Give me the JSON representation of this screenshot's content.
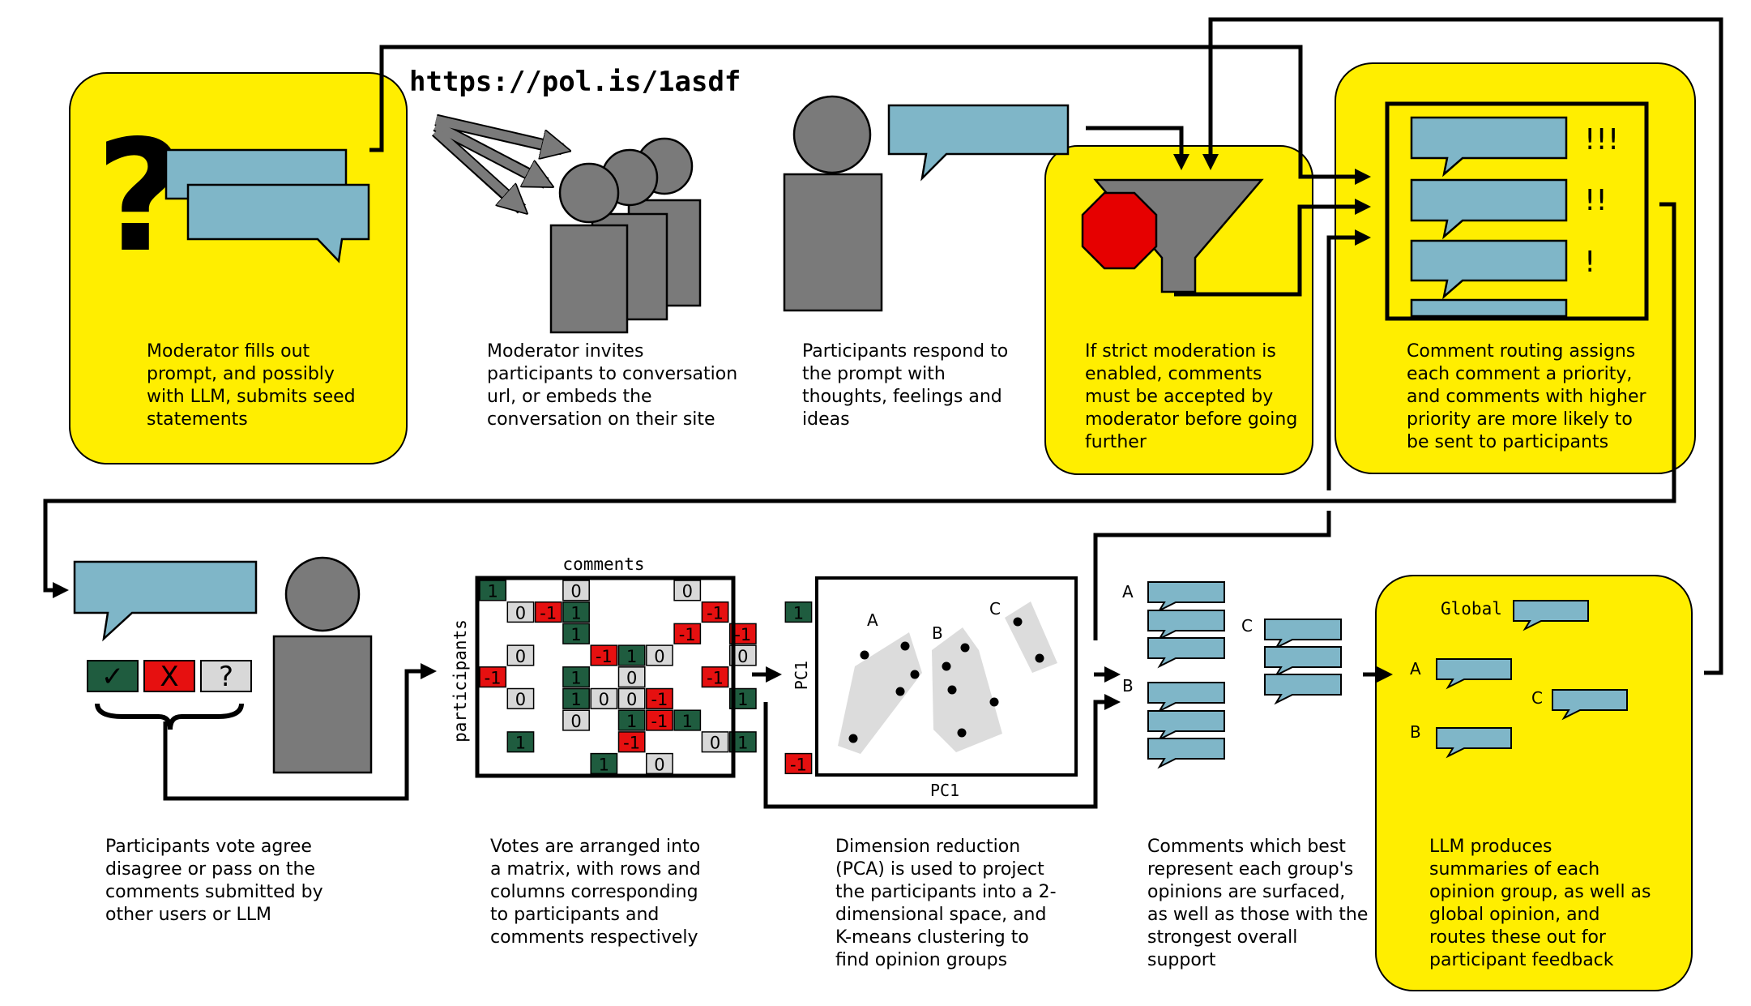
{
  "url": "https://pol.is/1asdf",
  "colors": {
    "panel": "#ffee00",
    "bubble": "#7fb6c8",
    "person": "#7a7a7a",
    "agree": "#1f5c3f",
    "disagree": "#e61010",
    "pass": "#d8d8d8",
    "stop": "#e60000",
    "cluster": "#dcdcdc"
  },
  "icons": {
    "question": "question-mark-icon",
    "check": "checkmark-icon",
    "x": "x-mark-icon",
    "pass": "question-icon"
  },
  "steps": {
    "s1": [
      "Moderator fills out",
      "prompt, and possibly",
      "with LLM, submits seed",
      "statements"
    ],
    "s2": [
      "Moderator invites",
      "participants to conversation",
      "url, or embeds the",
      "conversation on their site"
    ],
    "s3": [
      "Participants respond to",
      "the prompt with",
      "thoughts, feelings and",
      "ideas"
    ],
    "s4": [
      "If strict moderation is",
      "enabled, comments",
      "must be accepted by",
      "moderator before going",
      "further"
    ],
    "s5": [
      "Comment routing assigns",
      "each comment a priority,",
      "and comments with higher",
      "priority are more likely to",
      "be sent to participants"
    ],
    "s6": [
      "Participants vote agree",
      "disagree or pass on the",
      "comments submitted by",
      "other users or LLM"
    ],
    "s7": [
      "Votes are arranged into",
      "a matrix, with rows and",
      "columns corresponding",
      "to participants and",
      "comments respectively"
    ],
    "s8": [
      "Dimension reduction",
      "(PCA) is used to project",
      "the participants into a 2-",
      "dimensional space, and",
      "K-means clustering to",
      "find opinion groups"
    ],
    "s9": [
      "Comments which best",
      "represent each group's",
      "opinions are surfaced,",
      "as well as those with the",
      "strongest overall",
      "support"
    ],
    "s10": [
      "LLM produces",
      "summaries of each",
      "opinion group, as well as",
      "global opinion, and",
      "routes these out for",
      "participant feedback"
    ]
  },
  "priority_marks": [
    "!!!",
    "!!",
    "!"
  ],
  "vote_icons": {
    "agree": "✓",
    "disagree": "X",
    "pass": "?"
  },
  "question_mark": "?",
  "matrix": {
    "title": "comments",
    "ylabel": "participants",
    "cells": [
      [
        0,
        0,
        "1"
      ],
      [
        3,
        0,
        "0"
      ],
      [
        7,
        0,
        "0"
      ],
      [
        1,
        1,
        "0"
      ],
      [
        2,
        1,
        "-1"
      ],
      [
        3,
        1,
        "1"
      ],
      [
        8,
        1,
        "-1"
      ],
      [
        11,
        1,
        "1"
      ],
      [
        3,
        2,
        "1"
      ],
      [
        7,
        2,
        "-1"
      ],
      [
        9,
        2,
        "-1"
      ],
      [
        1,
        3,
        "0"
      ],
      [
        4,
        3,
        "-1"
      ],
      [
        5,
        3,
        "1"
      ],
      [
        6,
        3,
        "0"
      ],
      [
        9,
        3,
        "0"
      ],
      [
        0,
        4,
        "-1"
      ],
      [
        3,
        4,
        "1"
      ],
      [
        5,
        4,
        "0"
      ],
      [
        8,
        4,
        "-1"
      ],
      [
        1,
        5,
        "0"
      ],
      [
        3,
        5,
        "1"
      ],
      [
        4,
        5,
        "0"
      ],
      [
        5,
        5,
        "0"
      ],
      [
        6,
        5,
        "-1"
      ],
      [
        9,
        5,
        "1"
      ],
      [
        3,
        6,
        "0"
      ],
      [
        5,
        6,
        "1"
      ],
      [
        6,
        6,
        "-1"
      ],
      [
        7,
        6,
        "1"
      ],
      [
        1,
        7,
        "1"
      ],
      [
        5,
        7,
        "-1"
      ],
      [
        8,
        7,
        "0"
      ],
      [
        9,
        7,
        "1"
      ],
      [
        4,
        8,
        "1"
      ],
      [
        6,
        8,
        "0"
      ],
      [
        11,
        8,
        "-1"
      ]
    ]
  },
  "pca": {
    "xlabel": "PC1",
    "ylabel": "PC1",
    "groups": [
      "A",
      "B",
      "C"
    ]
  },
  "surfaced": {
    "groups": [
      "A",
      "B",
      "C"
    ]
  },
  "summaries": {
    "global": "Global",
    "groups": [
      "A",
      "C",
      "B"
    ]
  }
}
